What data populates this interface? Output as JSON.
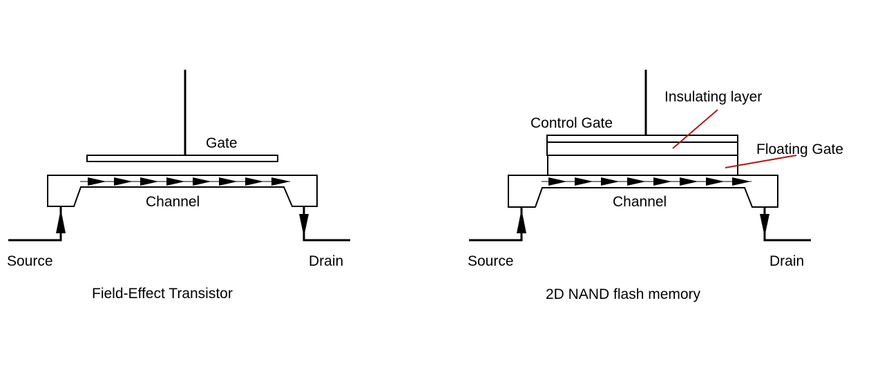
{
  "fet": {
    "caption": "Field-Effect Transistor",
    "gate_label": "Gate",
    "channel_label": "Channel",
    "source_label": "Source",
    "drain_label": "Drain",
    "channel_arrow_count": 8
  },
  "nand": {
    "caption": "2D NAND flash memory",
    "control_gate_label": "Control Gate",
    "insulating_layer_label": "Insulating layer",
    "floating_gate_label": "Floating Gate",
    "channel_label": "Channel",
    "source_label": "Source",
    "drain_label": "Drain",
    "channel_arrow_count": 8
  },
  "colors": {
    "line": "#000000",
    "leader": "#b01818",
    "background": "#ffffff"
  }
}
